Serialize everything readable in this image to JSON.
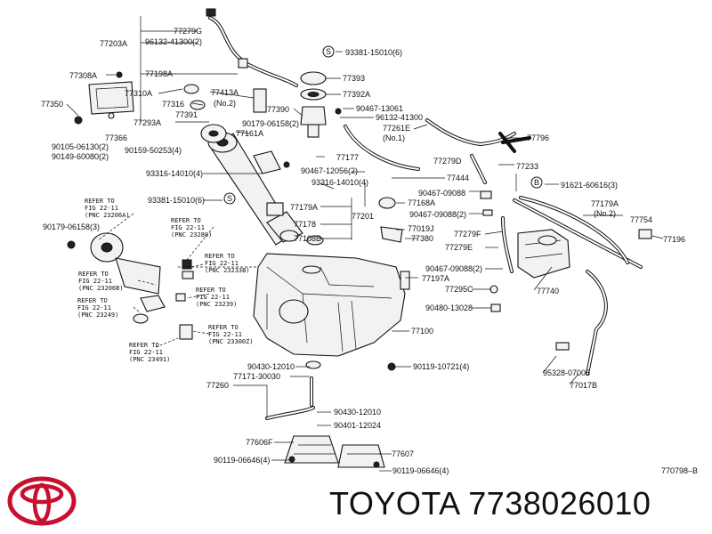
{
  "brand": {
    "name": "TOYOTA",
    "part_number": "7738026010",
    "logo_color": "#c8102e"
  },
  "diagram_code": "770798–B",
  "refer": {
    "line1": "REFER TO",
    "pnc_23206A": "(PNC 23206A)",
    "fig_a": "FIG 22-11",
    "pnc_23280": "(PNC 23280)",
    "fig_b": "FIG 22-11",
    "pnc_23233B": "(PNC 23233B)",
    "fig_c": "FIG 22-11",
    "pnc_23206B": "(PNC 23206B)",
    "fig_d": "FIG 22-11",
    "pnc_23239": "(PNC 23239)",
    "fig_e": "FIG 22-11",
    "pnc_23249": "(PNC 23249)",
    "fig_f": "FIG 22-11",
    "pnc_23300Z": "(PNC 23300Z)",
    "fig_g": "FIG 22-11",
    "pnc_23491": "(PNC 23491)",
    "fig_h": "FIG 22-11"
  },
  "labels": {
    "l77279G": "77279G",
    "l96132_41300_2": "96132-41300(2)",
    "l77203A": "77203A",
    "l77198A": "77198A",
    "l77308A": "77308A",
    "l93381_15010_6a": "93381-15010(6)",
    "l77393": "77393",
    "l77392A": "77392A",
    "l77350": "77350",
    "l77310A": "77310A",
    "l77413A": "77413A",
    "l77413A_no2": "(No.2)",
    "l77316": "77316",
    "l77390": "77390",
    "l90467_13061": "90467-13061",
    "l96132_41300": "96132-41300",
    "l77261E": "77261E",
    "l77261E_no1": "(No.1)",
    "l77796": "77796",
    "l77366": "77366",
    "l77293A": "77293A",
    "l77391": "77391",
    "l90179_06158_2": "90179-06158(2)",
    "l77161A": "77161A",
    "l90105_06130_2": "90105-06130(2)",
    "l90149_60080_2": "90149-60080(2)",
    "l90159_50253_4": "90159-50253(4)",
    "l77177": "77177",
    "l77279D": "77279D",
    "l77233": "77233",
    "l90467_12056_2": "90467-12056(2)",
    "l77444": "77444",
    "l93316_14010_4a": "93316-14010(4)",
    "l93316_14010_4b": "93316-14010(4)",
    "l91621_60616_3": "91621-60616(3)",
    "l93381_15010_6b": "93381-15010(6)",
    "l77179A": "77179A",
    "l77168A": "77168A",
    "l90467_09088": "90467-09088",
    "l77179A_r": "77179A",
    "l77179A_no2": "(No.2)",
    "l90179_06158_3": "90179-06158(3)",
    "l77178": "77178",
    "l77201": "77201",
    "l90467_09088_2a": "90467-09088(2)",
    "l77754": "77754",
    "l77019J": "77019J",
    "l77108B": "77108B",
    "l77380": "77380",
    "l77279F": "77279F",
    "l77196": "77196",
    "l77279E": "77279E",
    "l90467_09088_2b": "90467-09088(2)",
    "l77197A": "77197A",
    "l77295C": "77295C",
    "l77740": "77740",
    "l90480_13028": "90480-13028",
    "l77100": "77100",
    "l90430_12010a": "90430-12010",
    "l90119_10721_4": "90119-10721(4)",
    "l77171_30030": "77171-30030",
    "l95328_07008": "95328-07008",
    "l77260": "77260",
    "l77017B": "77017B",
    "l90430_12010b": "90430-12010",
    "l90401_12024": "90401-12024",
    "l77606F": "77606F",
    "l77607": "77607",
    "l90119_06646_4a": "90119-06646(4)",
    "l90119_06646_4b": "90119-06646(4)",
    "circle_s": "S",
    "circle_b": "B"
  }
}
